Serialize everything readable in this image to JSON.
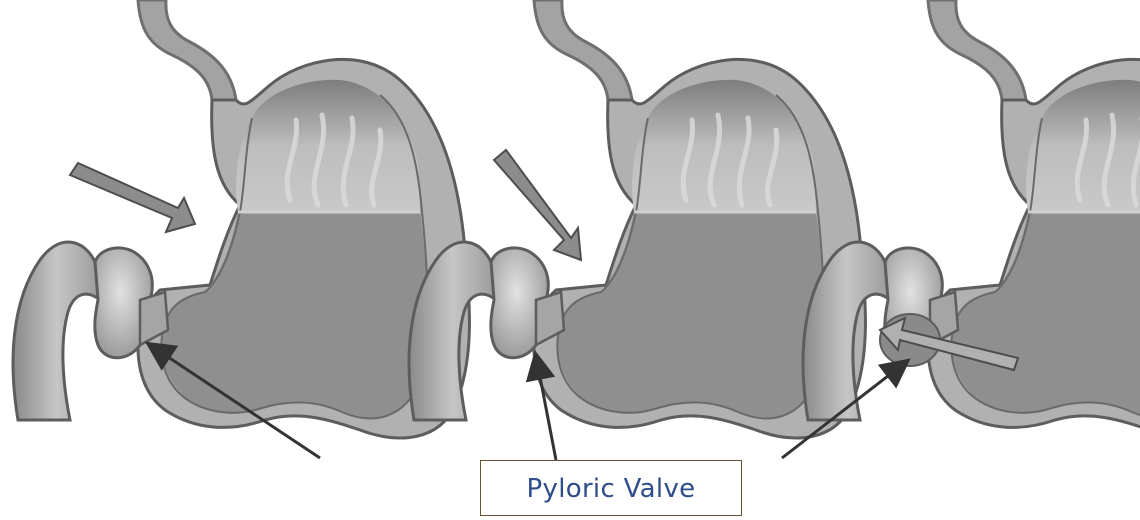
{
  "title": "",
  "label": {
    "text": "Pyloric Valve"
  },
  "panels": [
    {
      "id": "panel-1",
      "pylorus_state": "closed"
    },
    {
      "id": "panel-2",
      "pylorus_state": "closed"
    },
    {
      "id": "panel-3",
      "pylorus_state": "open"
    }
  ],
  "colors": {
    "stomach_wall": "#9a9a9a",
    "stomach_fill": "#8e8e8e",
    "gas_region": "#b4b4b4",
    "arrow_fill": "#8c8c8c",
    "pointer_line": "#333333",
    "label_border": "#6a5533",
    "label_text": "#2f4d8a"
  }
}
